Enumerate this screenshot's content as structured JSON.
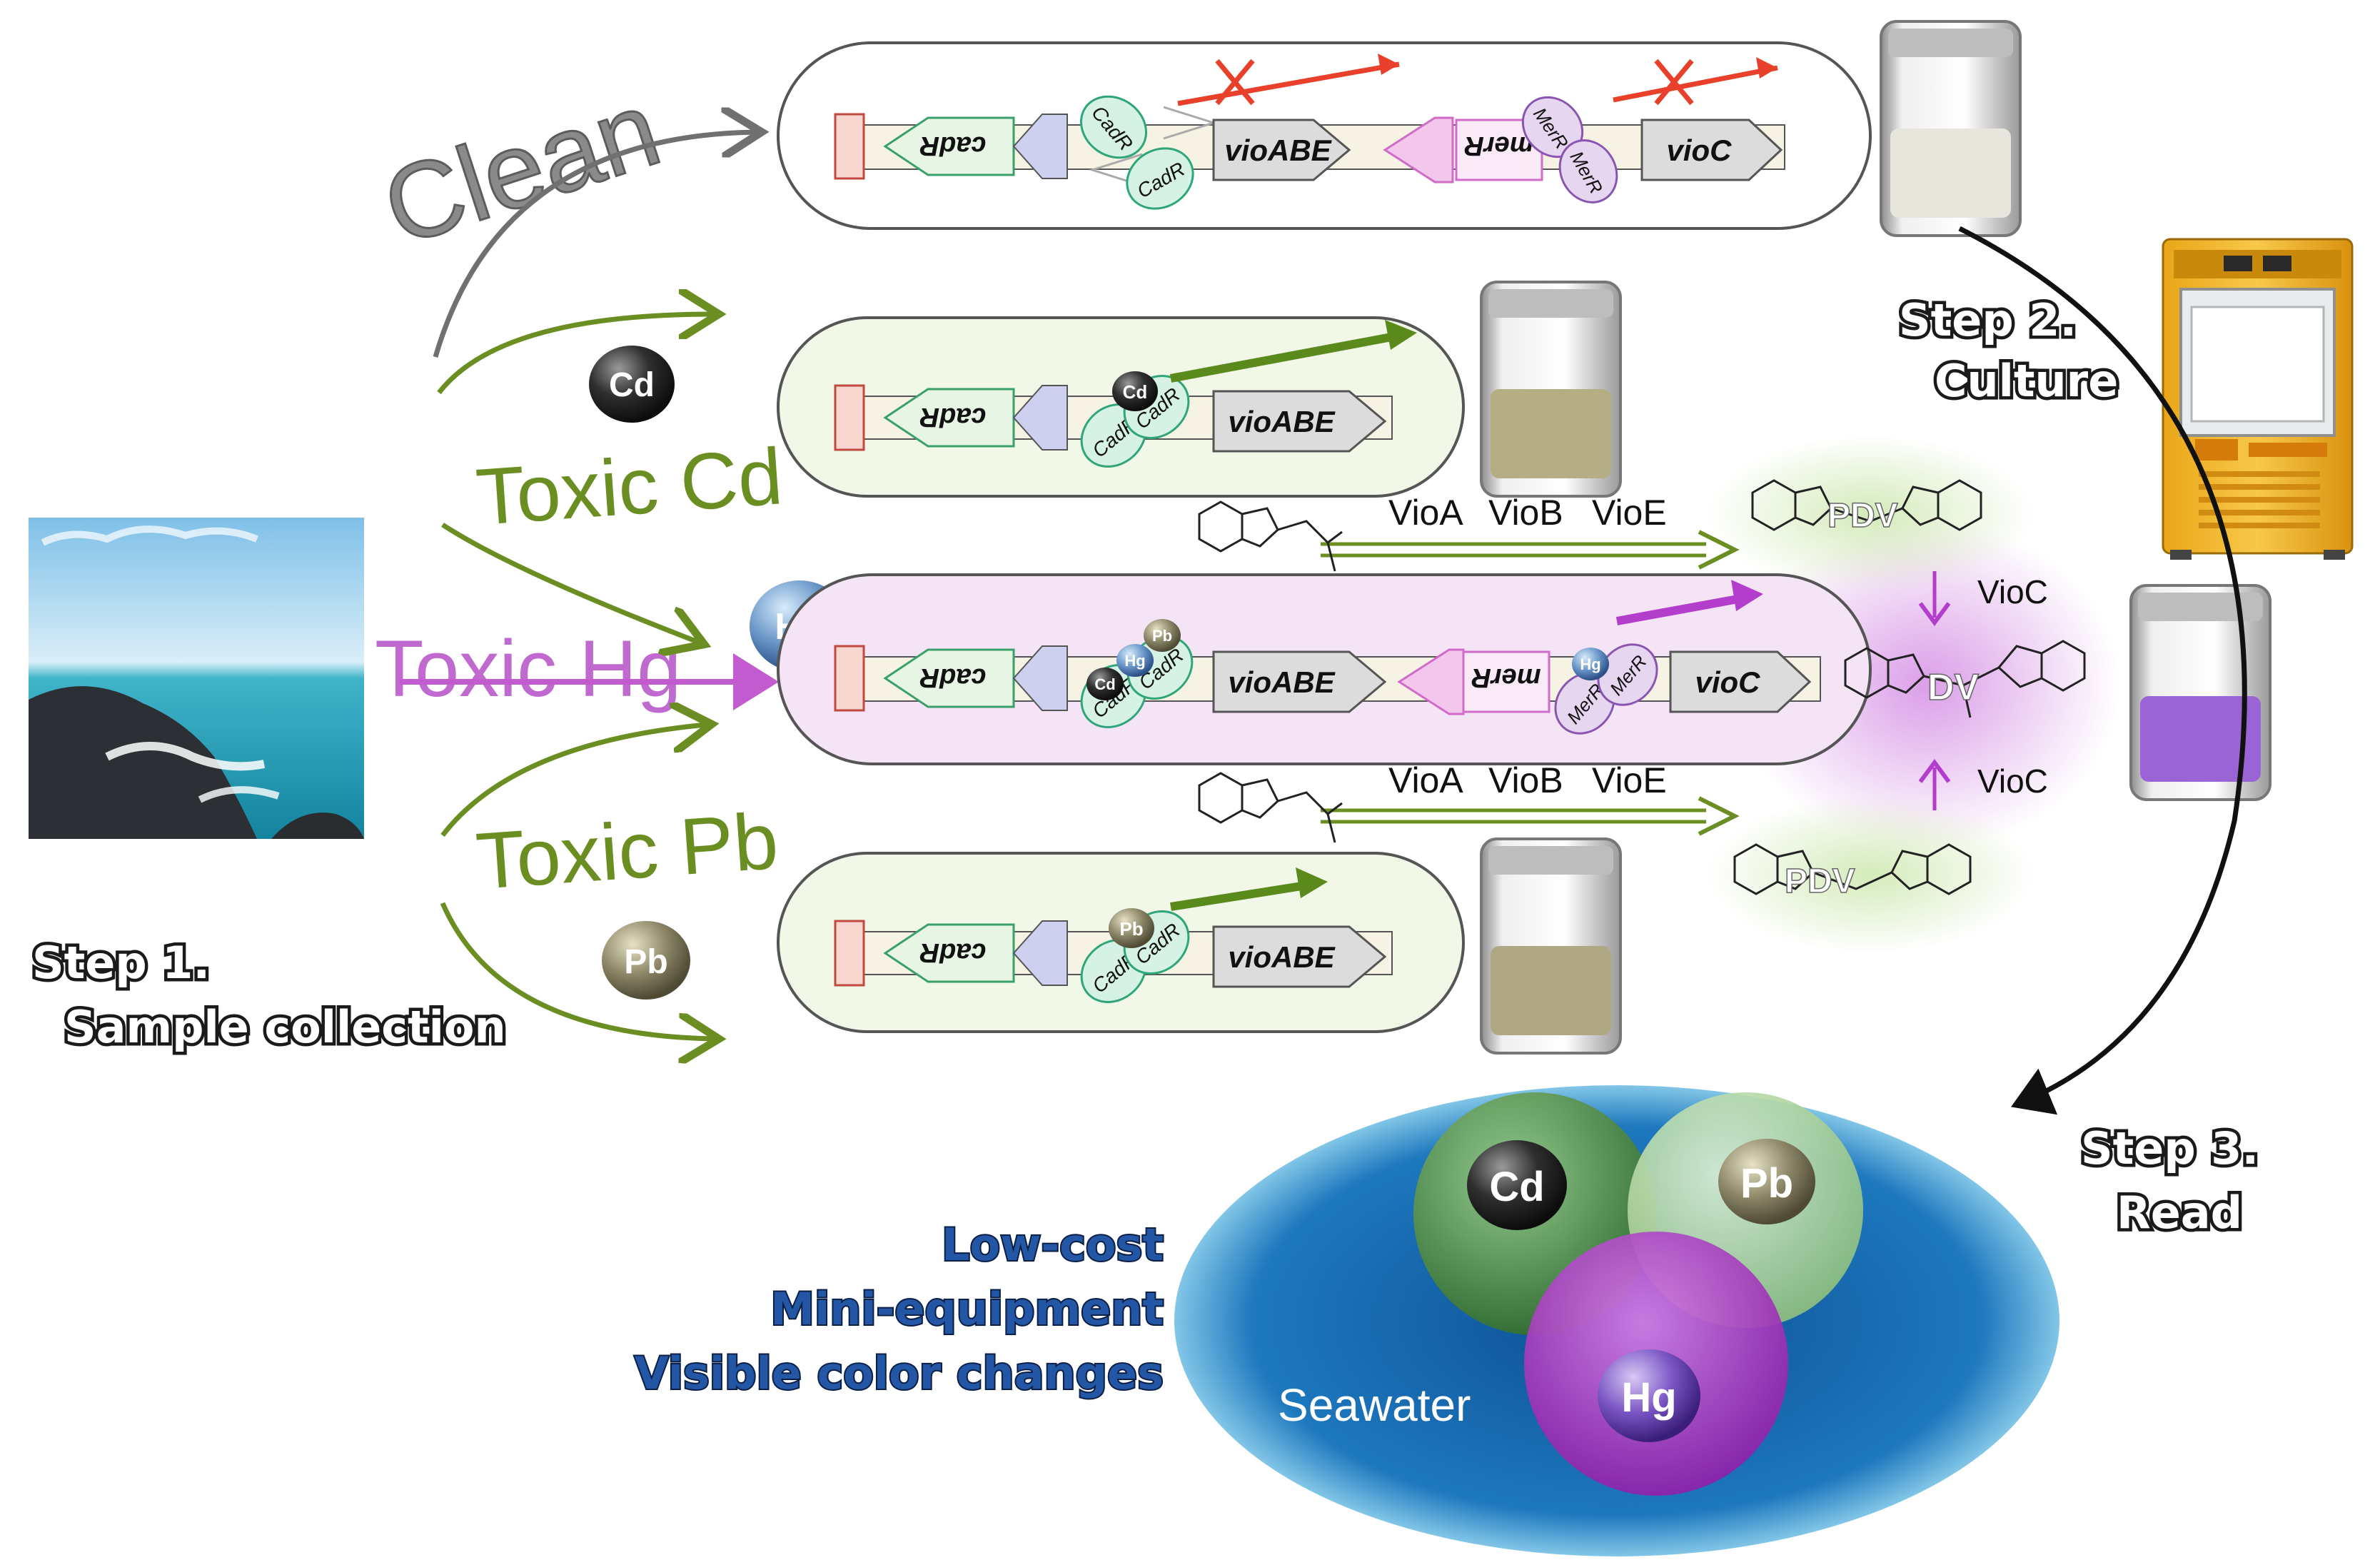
{
  "labels": {
    "clean": "Clean",
    "toxic_cd": "Toxic Cd",
    "toxic_hg": "Toxic Hg",
    "toxic_pb": "Toxic Pb"
  },
  "steps": {
    "step1_line1": "Step 1.",
    "step1_line2": "Sample collection",
    "step2_line1": "Step 2.",
    "step2_line2": "Culture",
    "step3_line1": "Step 3.",
    "step3_line2": "Read"
  },
  "genes": {
    "cadR": "cadR",
    "merR": "merR",
    "vioABE": "vioABE",
    "vioC": "vioC"
  },
  "proteins": {
    "CadR": "CadR",
    "MerR": "MerR"
  },
  "metals": {
    "cd": "Cd",
    "hg": "Hg",
    "pb": "Pb"
  },
  "enzymes": {
    "vioA": "VioA",
    "vioB": "VioB",
    "vioE": "VioE",
    "vioC": "VioC"
  },
  "molecules": {
    "pdv": "PDV",
    "dv": "DV"
  },
  "benefits": {
    "line1": "Low-cost",
    "line2": "Mini-equipment",
    "line3": "Visible color changes"
  },
  "seawater": "Seawater",
  "colors": {
    "green_arrow": "#6b8e23",
    "hg_purple": "#b44fc4",
    "cadR_green": "#39b98a",
    "merR_pink": "#d36fd6",
    "blocked_red": "#e8402a",
    "sea_blue": "#1c6fb3"
  }
}
